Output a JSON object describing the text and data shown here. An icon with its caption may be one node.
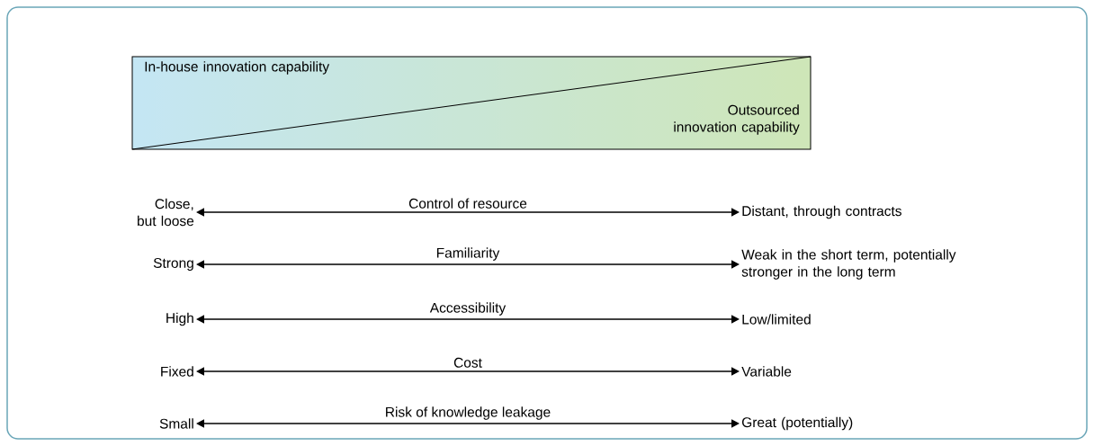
{
  "diagram": {
    "nodes": [
      {
        "text": [
          "In-house innovation capability",
          "Outsourced innovation capability"
        ]
      },
      {
        "text": [
          "Close, but loose"
        ]
      },
      {
        "text": [
          "Distant, through contracts"
        ]
      },
      {
        "text": [
          "Strong"
        ]
      },
      {
        "text": [
          "Weak in the short term, potentially stronger in the long term"
        ]
      },
      {
        "text": [
          "High"
        ]
      },
      {
        "text": [
          "Low/limited"
        ]
      },
      {
        "text": [
          "Fixed"
        ]
      },
      {
        "text": [
          "Variable"
        ]
      },
      {
        "text": [
          "Small"
        ]
      },
      {
        "text": [
          "Great (potentially)"
        ]
      }
    ],
    "edges": [
      {
        "from": 1,
        "to": 2,
        "arrow": "both",
        "label": "Control of resource"
      },
      {
        "from": 3,
        "to": 4,
        "arrow": "both",
        "label": "Familiarity"
      },
      {
        "from": 5,
        "to": 6,
        "arrow": "both",
        "label": "Accessibility"
      },
      {
        "from": 7,
        "to": 8,
        "arrow": "both",
        "label": "Cost"
      },
      {
        "from": 9,
        "to": 10,
        "arrow": "both",
        "label": "Risk of knowledge leakage"
      }
    ]
  }
}
